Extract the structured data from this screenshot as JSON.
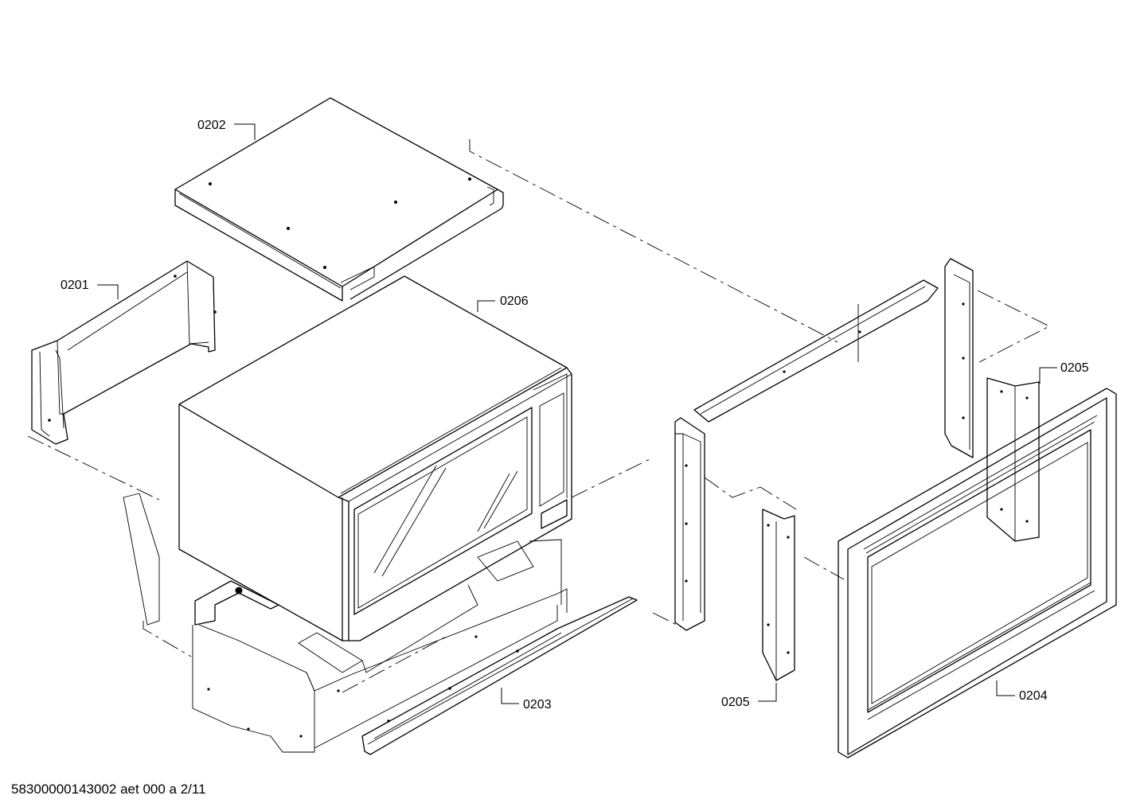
{
  "labels": {
    "p0201": "0201",
    "p0202": "0202",
    "p0203": "0203",
    "p0204": "0204",
    "p0205_upper": "0205",
    "p0205_lower": "0205",
    "p0206": "0206"
  },
  "footer": "58300000143002 aet 000 a 2/11"
}
